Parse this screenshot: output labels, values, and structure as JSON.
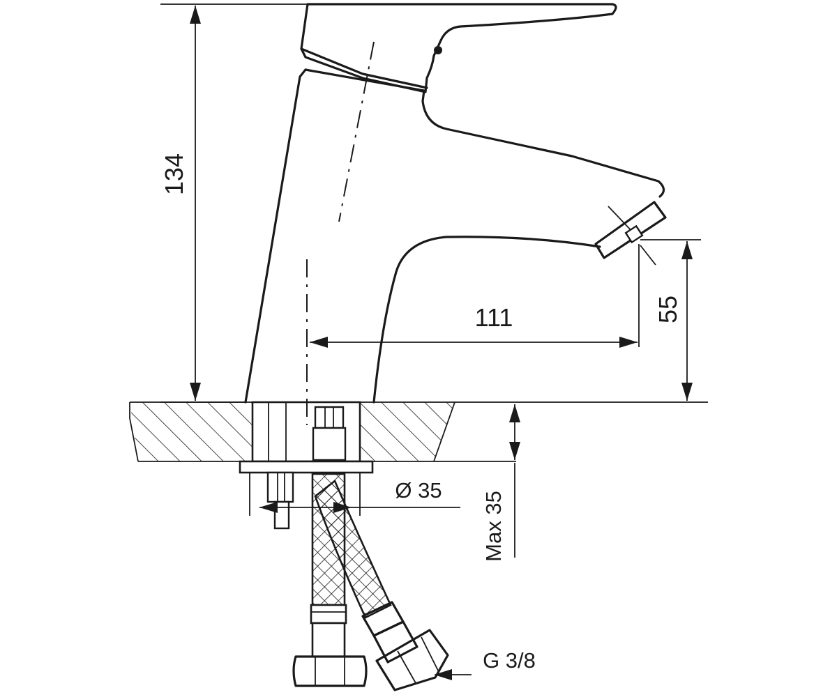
{
  "dimensions": {
    "total_height": "134",
    "spout_reach": "111",
    "spout_height": "55",
    "hole_diameter": "Ø 35",
    "max_counter_thickness": "Max 35",
    "connection_thread": "G 3/8"
  },
  "colors": {
    "line": "#1a1a1a",
    "background": "#ffffff"
  }
}
